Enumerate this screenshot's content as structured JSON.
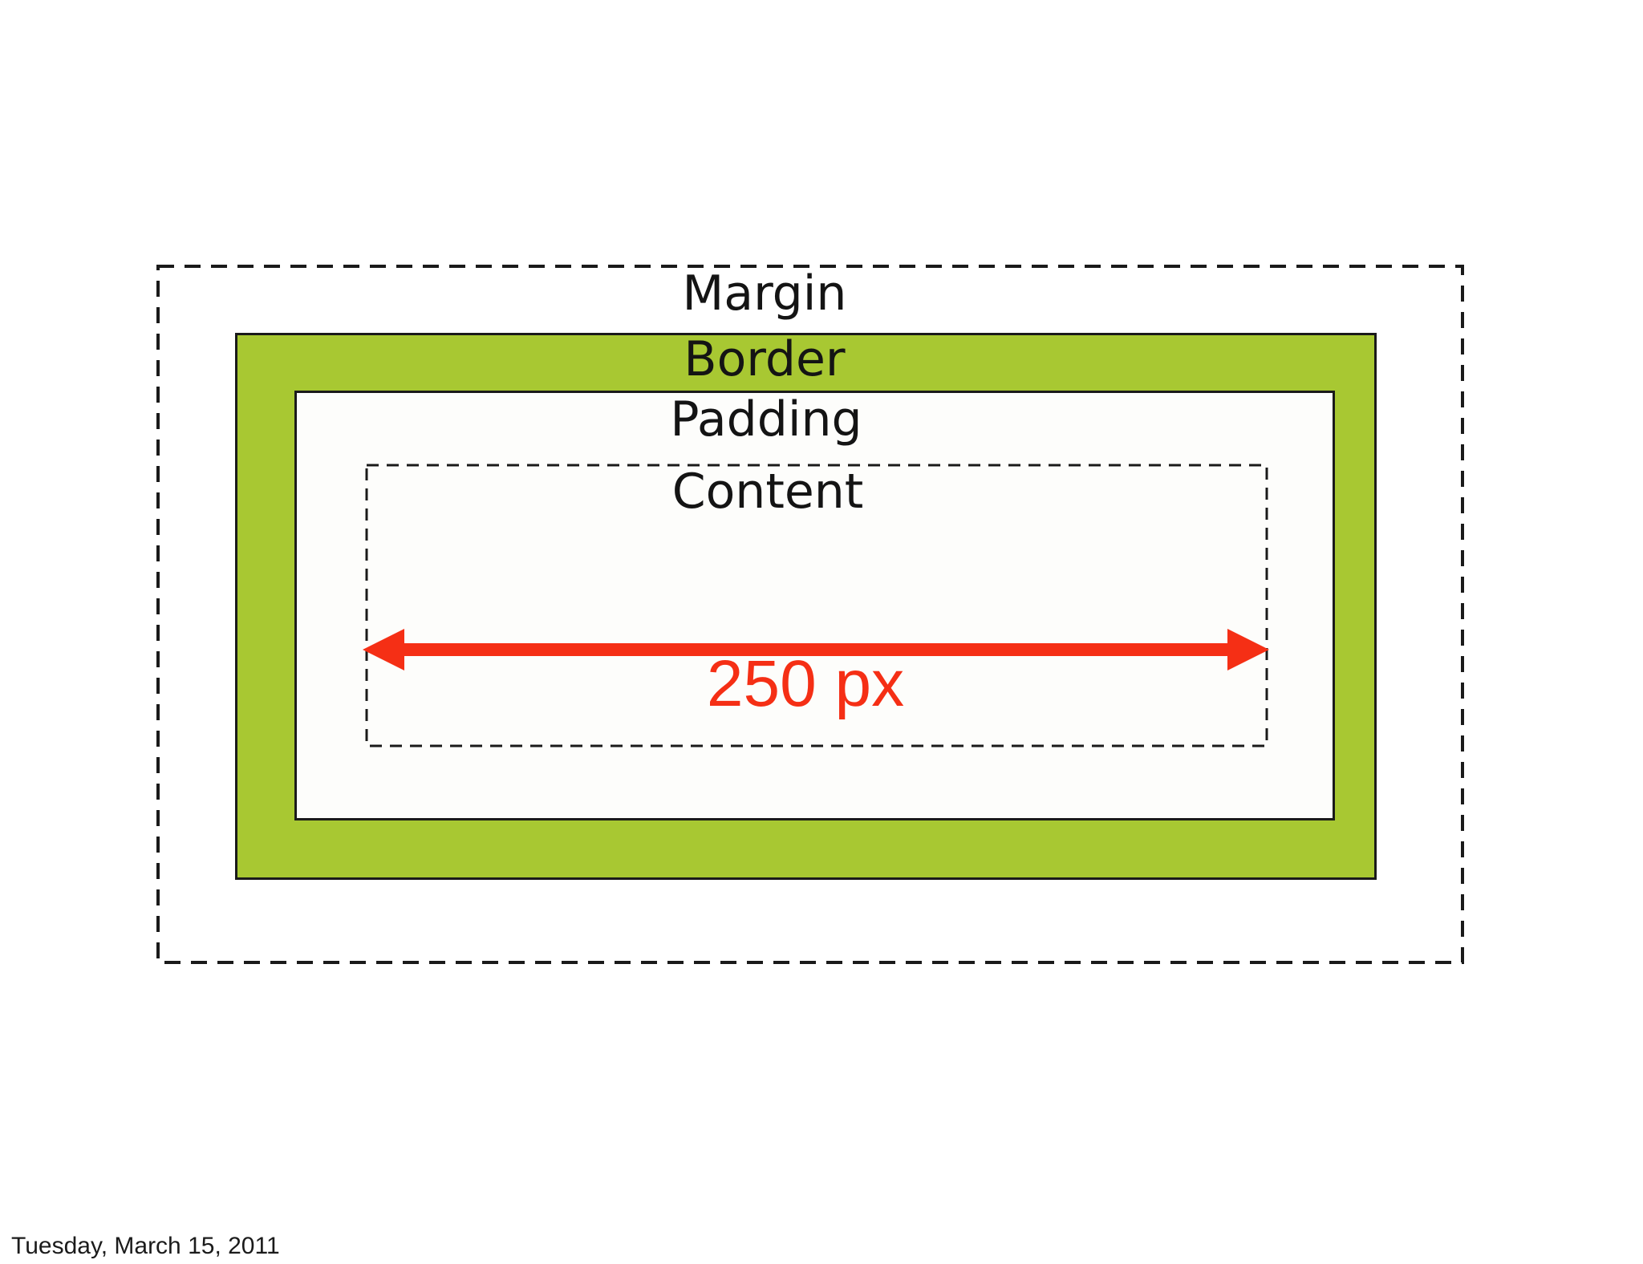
{
  "slide": {
    "background_color": "#ffffff"
  },
  "diagram": {
    "labels": {
      "margin": "Margin",
      "border": "Border",
      "padding": "Padding",
      "content": "Content"
    },
    "width_annotation": "250 px",
    "colors": {
      "border_fill": "#a8c832",
      "outline": "#1a1a1a",
      "arrow": "#f52f15",
      "label_text": "#141414"
    }
  },
  "footer": {
    "date": "Tuesday, March 15, 2011"
  }
}
